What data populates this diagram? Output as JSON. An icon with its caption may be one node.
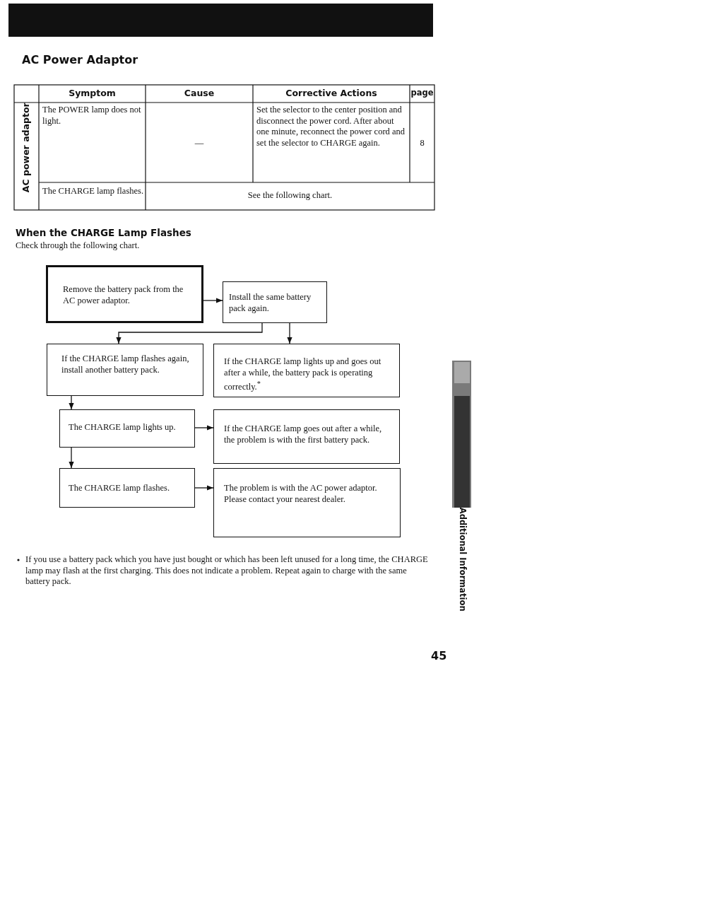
{
  "diagram": {
    "title": "AC Power Adaptor",
    "nodes": [
      {
        "text": [
          "Remove the battery pack from the AC power adaptor."
        ]
      },
      {
        "text": [
          "Install the same battery pack again."
        ]
      },
      {
        "text": [
          "If the CHARGE lamp flashes again, install another battery pack."
        ]
      },
      {
        "text": [
          "If the CHARGE lamp lights up and goes out after a while, the battery pack is operating correctly.$^{*}$"
        ]
      },
      {
        "text": [
          "The CHARGE lamp lights up."
        ]
      },
      {
        "text": [
          "If the CHARGE lamp goes out after a while, the problem is with the first battery pack."
        ]
      },
      {
        "text": [
          "The CHARGE lamp flashes."
        ]
      },
      {
        "text": [
          "The problem is with the AC power adaptor. Please contact your nearest dealer."
        ]
      }
    ],
    "edges": [
      {
        "from": 0,
        "to": 1,
        "arrow": "to"
      },
      {
        "from": 1,
        "to": 2,
        "arrow": "to"
      },
      {
        "from": 1,
        "to": 3,
        "arrow": "to"
      },
      {
        "from": 2,
        "to": 4,
        "arrow": "to"
      },
      {
        "from": 4,
        "to": 5,
        "arrow": "to"
      },
      {
        "from": 4,
        "to": 6,
        "arrow": "to"
      },
      {
        "from": 6,
        "to": 7,
        "arrow": "to"
      }
    ],
    "labels": [
      "Symptom",
      "Cause",
      "Corrective Actions",
      "page",
      "AC power adaptor",
      "The POWER lamp does not light.",
      "—",
      "Set the selector to the center position and disconnect the power cord. After about one minute, reconnect the power cord and set the selector to CHARGE again.",
      "8",
      "The CHARGE lamp flashes.",
      "See the following chart.",
      "When the CHARGE Lamp Flashes",
      "Check through the following chart.",
      "If you use a battery pack which you have just bought or which has been left unused for a long time, the CHARGE lamp may flash at the first charging. This does not indicate a problem. Repeat again to charge with the same battery pack.",
      "Additional Information",
      "45"
    ]
  }
}
